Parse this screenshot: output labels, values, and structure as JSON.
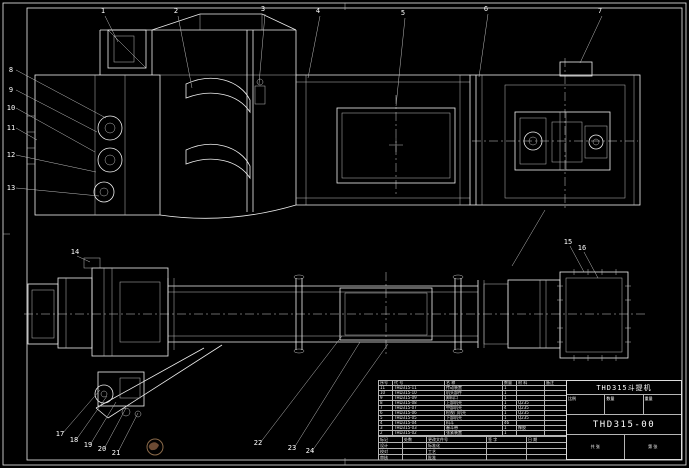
{
  "meta": {
    "background": "#000000",
    "line_color": "#ffffff",
    "accent_stamp": "#6b4a33"
  },
  "callouts": {
    "top": [
      "1",
      "2",
      "3",
      "4",
      "5",
      "6",
      "7"
    ],
    "left": [
      "8",
      "9",
      "10",
      "11",
      "12",
      "13"
    ],
    "plan_left_top": [
      "14"
    ],
    "plan_right_top": [
      "15",
      "16"
    ],
    "bottom_left": [
      "17",
      "18",
      "19",
      "20",
      "21"
    ],
    "bottom_mid": [
      "22",
      "23",
      "24"
    ]
  },
  "bom": {
    "headers": [
      "序号",
      "代  号",
      "名  称",
      "数量",
      "材 料",
      "备注"
    ],
    "rows": [
      {
        "no": "11",
        "code": "THD315-11",
        "name": "传动装置",
        "qty": "1",
        "mat": "",
        "note": ""
      },
      {
        "no": "10",
        "code": "THD315-10",
        "name": "机头部件",
        "qty": "1",
        "mat": "",
        "note": ""
      },
      {
        "no": "9",
        "code": "THD315-09",
        "name": "卸料口",
        "qty": "1",
        "mat": "",
        "note": ""
      },
      {
        "no": "8",
        "code": "THD315-08",
        "name": "上部机壳",
        "qty": "1",
        "mat": "Q235",
        "note": ""
      },
      {
        "no": "7",
        "code": "THD315-07",
        "name": "中部机壳",
        "qty": "4",
        "mat": "Q235",
        "note": ""
      },
      {
        "no": "6",
        "code": "THD315-06",
        "name": "检视门机壳",
        "qty": "1",
        "mat": "Q235",
        "note": ""
      },
      {
        "no": "5",
        "code": "THD315-05",
        "name": "下部机壳",
        "qty": "1",
        "mat": "Q235",
        "note": ""
      },
      {
        "no": "4",
        "code": "THD315-04",
        "name": "料斗",
        "qty": "46",
        "mat": "",
        "note": ""
      },
      {
        "no": "3",
        "code": "THD315-03",
        "name": "畚斗带",
        "qty": "1",
        "mat": "橡胶",
        "note": ""
      },
      {
        "no": "2",
        "code": "THD315-02",
        "name": "张紧装置",
        "qty": "1",
        "mat": "",
        "note": ""
      },
      {
        "no": "1",
        "code": "THD315-01",
        "name": "机座部件",
        "qty": "1",
        "mat": "",
        "note": ""
      }
    ]
  },
  "sign_strip": {
    "rows": [
      [
        "标记",
        "处数",
        "更改文件号",
        "签 字",
        "日 期"
      ],
      [
        "设计",
        "",
        "标准化",
        "",
        ""
      ],
      [
        "校对",
        "",
        "工艺",
        "",
        ""
      ],
      [
        "审核",
        "",
        "批准",
        "",
        ""
      ]
    ]
  },
  "title_block": {
    "product_name": "THD315斗提机",
    "drawing_no": "THD315-00",
    "fields": [
      {
        "label": "比例",
        "value": ""
      },
      {
        "label": "数量",
        "value": ""
      },
      {
        "label": "重量",
        "value": ""
      }
    ],
    "sheet": [
      "共 张",
      "第 张"
    ]
  }
}
